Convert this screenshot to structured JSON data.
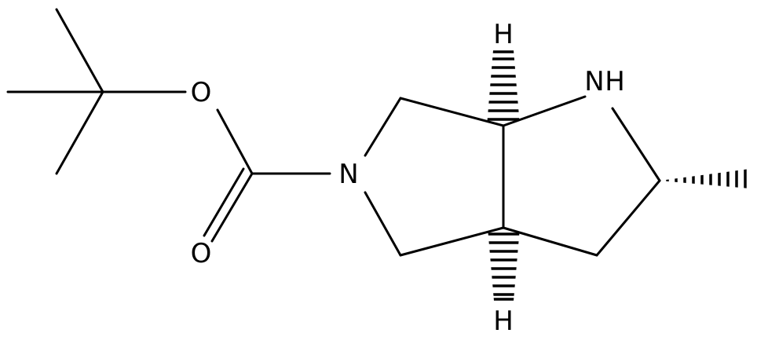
{
  "structure": {
    "atoms": {
      "o_ether": "O",
      "o_carbonyl": "O",
      "n_ring": "N",
      "nh_n": "N",
      "nh_h": "H",
      "h_top": "H",
      "h_bottom": "H"
    }
  },
  "colors": {
    "bond": "#000000",
    "background": "#ffffff"
  }
}
